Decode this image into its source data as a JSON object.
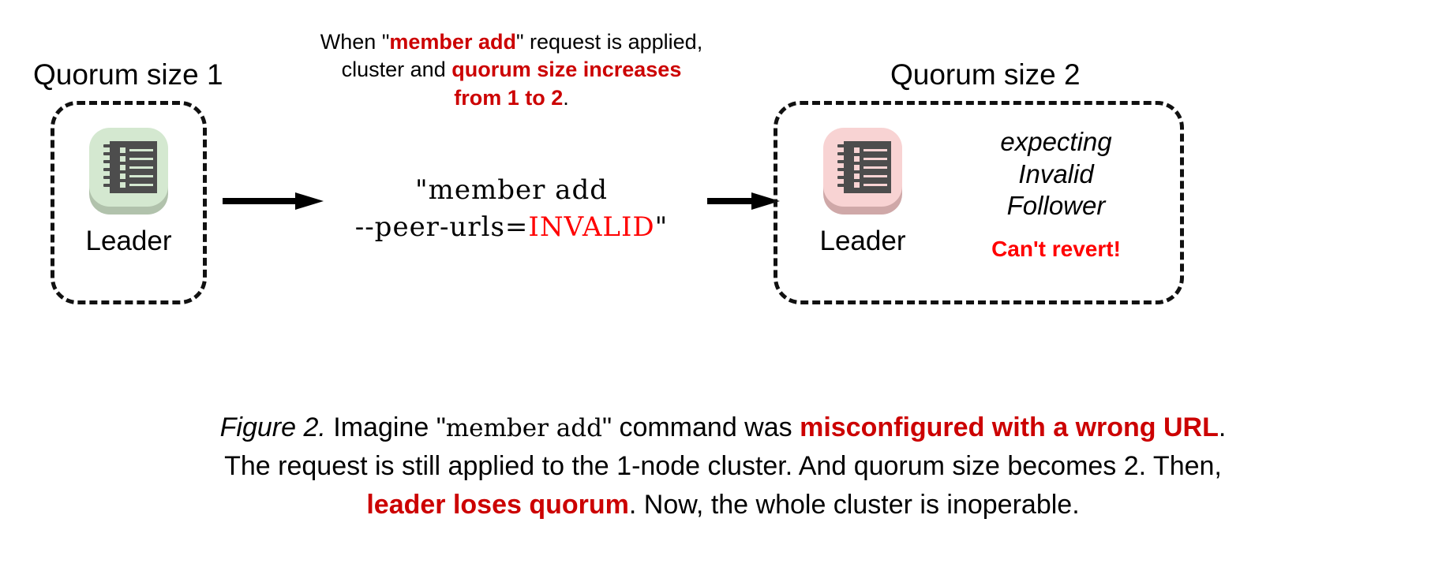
{
  "figure": {
    "left_cluster": {
      "heading": "Quorum size 1",
      "node_label": "Leader",
      "icon": "ledger-icon",
      "tile_color": "#d4e8d0"
    },
    "right_cluster": {
      "heading": "Quorum size 2",
      "node_label": "Leader",
      "icon": "ledger-icon",
      "tile_color": "#f8d3d3",
      "note_lines": [
        "expecting",
        "Invalid",
        "Follower"
      ],
      "warning": "Can't revert!"
    },
    "top_caption": {
      "line1_a": "When \"",
      "line1_b": "member add",
      "line1_c": "\" request is applied,",
      "line2_a": "cluster and ",
      "line2_b": "quorum size increases",
      "line3_b": "from 1 to 2",
      "line3_c": "."
    },
    "command": {
      "line1": "\"member add",
      "line2_a": "--peer-urls=",
      "line2_b": "INVALID",
      "line2_c": "\""
    },
    "arrows": {
      "left": "arrow-right-icon",
      "right": "arrow-right-icon"
    },
    "caption": {
      "figure_label": "Figure 2.",
      "seg1": " Imagine \"",
      "code1": "member add",
      "seg2": "\" command was ",
      "emph1": "misconfigured with a wrong URL",
      "seg3": ".",
      "seg4": "The request is still applied to the 1-node cluster. And quorum size becomes 2. Then,",
      "emph2": "leader loses quorum",
      "seg5": ". Now, the whole cluster is inoperable."
    },
    "colors": {
      "emphasis_red": "#cc0000",
      "bright_red": "#ff0000",
      "text": "#000000",
      "background": "#ffffff"
    }
  }
}
